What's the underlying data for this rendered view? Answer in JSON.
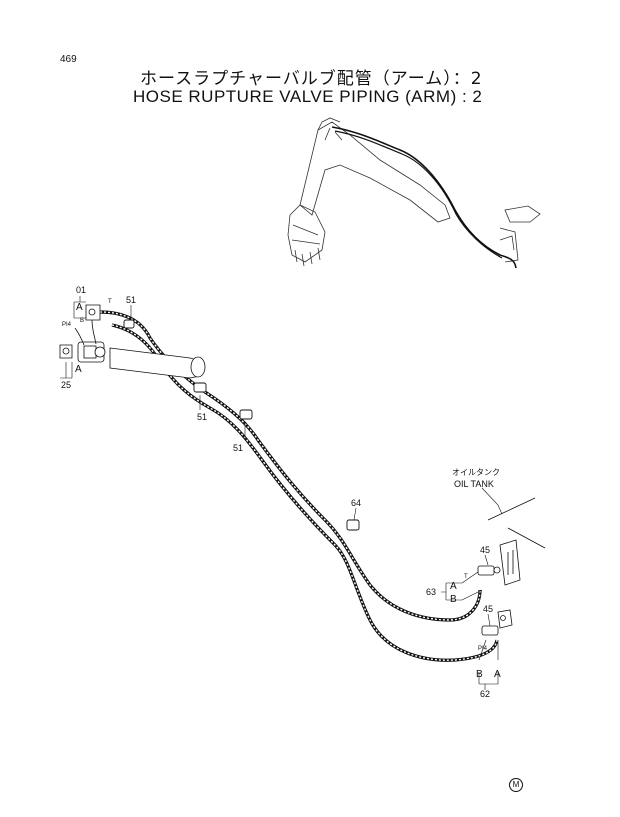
{
  "page": {
    "number": "469",
    "title_jp": "ホースラプチャーバルブ配管（アーム）：2",
    "title_en": "HOSE RUPTURE VALVE PIPING (ARM) : 2"
  },
  "oil_tank": {
    "label_jp": "オイルタンク",
    "label_en": "OIL TANK"
  },
  "callouts": {
    "p01": "01",
    "p25": "25",
    "p51a": "51",
    "p51b": "51",
    "p51c": "51",
    "p64": "64",
    "p45a": "45",
    "p45b": "45",
    "p63": "63",
    "p62": "62"
  },
  "port_labels": {
    "a_top": "A",
    "b_top": "B",
    "a_left": "A",
    "p14_left": "PI4",
    "t_left": "T",
    "a_63": "A",
    "b_63": "B",
    "t_63": "T",
    "b_62": "B",
    "a_62": "A",
    "p14_62": "PI4"
  },
  "footer_mark": "M"
}
